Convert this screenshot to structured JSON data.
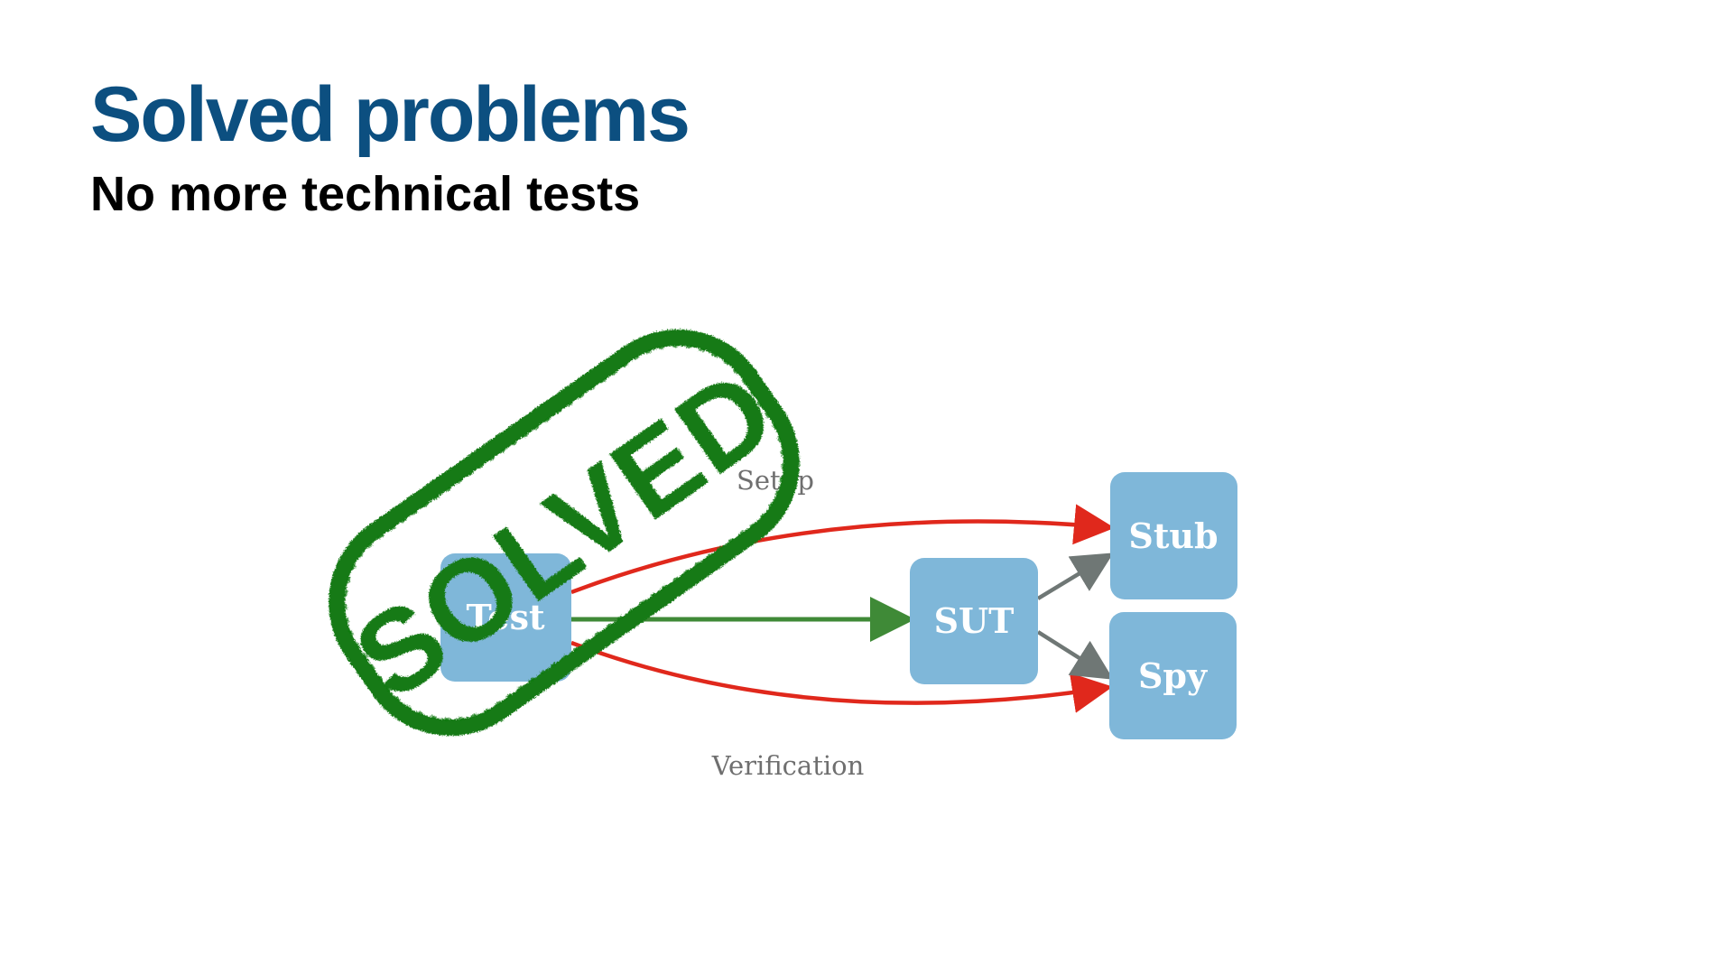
{
  "slide": {
    "title": "Solved problems",
    "subtitle": "No more technical tests"
  },
  "diagram": {
    "nodes": {
      "test": "Test",
      "sut": "SUT",
      "stub": "Stub",
      "spy": "Spy"
    },
    "edges": {
      "setup": "Setup",
      "verification": "Verification"
    }
  },
  "stamp": {
    "text": "SOLVED"
  },
  "colors": {
    "title": "#0c4f80",
    "node_fill": "#7fb7d9",
    "setup_arrow": "#e0281c",
    "sut_arrow": "#3f8a37",
    "dependency_arrow": "#6f7775",
    "stamp": "#127a12"
  }
}
